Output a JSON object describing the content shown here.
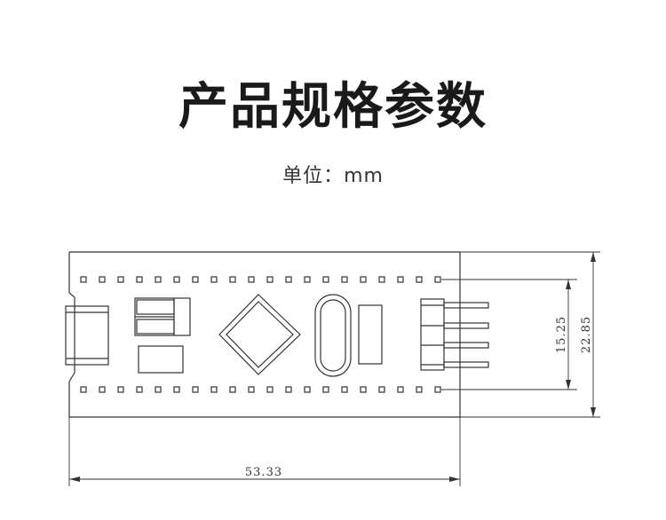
{
  "header": {
    "title": "产品规格参数",
    "unit_label": "单位：mm"
  },
  "dimensions": {
    "length": "53.33",
    "pin_span": "15.25",
    "width": "22.85"
  },
  "colors": {
    "line": "#333333",
    "text": "#1a1a1a"
  }
}
